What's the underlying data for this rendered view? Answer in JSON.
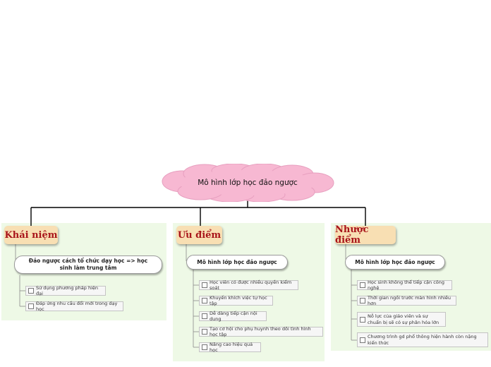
{
  "root": {
    "title": "Mô hình lớp học đảo ngược"
  },
  "branches": [
    {
      "title": "Khái niệm",
      "sub": "Đảo ngược cách tổ chức dạy học => học sinh làm trung tâm",
      "items": [
        "Sử dụng phương pháp hiện đại",
        "Đáp ứng nhu cầu đổi mới trong dạy học"
      ]
    },
    {
      "title": "Ưu điểm",
      "sub": "Mô hình lớp học đảo ngược",
      "items": [
        "Học viên có được nhiều quyền kiểm soát",
        "Khuyến khích việc tự học tập",
        "Dễ dàng tiếp cận nội dung",
        "Tạo cơ hội cho phụ huynh theo dõi tình hình học tập",
        "Nâng cao hiệu quả học"
      ]
    },
    {
      "title": "Nhược điểm",
      "sub": "Mô hình lớp học đảo ngược",
      "items": [
        "Học sinh không thể tiếp cận công nghệ",
        "Thời gian ngồi trước màn hình nhiều hơn",
        "Nỗ lực của giáo viên và sự chuẩn bị sẽ có sự phân hóa lớn",
        "Chương trình gd phổ thông hiện hành còn nặng kiến thức"
      ]
    }
  ],
  "colors": {
    "panel": "#eef9e6",
    "root_cloud": "#f7b8d2",
    "tag_bg": "#f8dfb3",
    "tag_text": "#a8141a"
  }
}
